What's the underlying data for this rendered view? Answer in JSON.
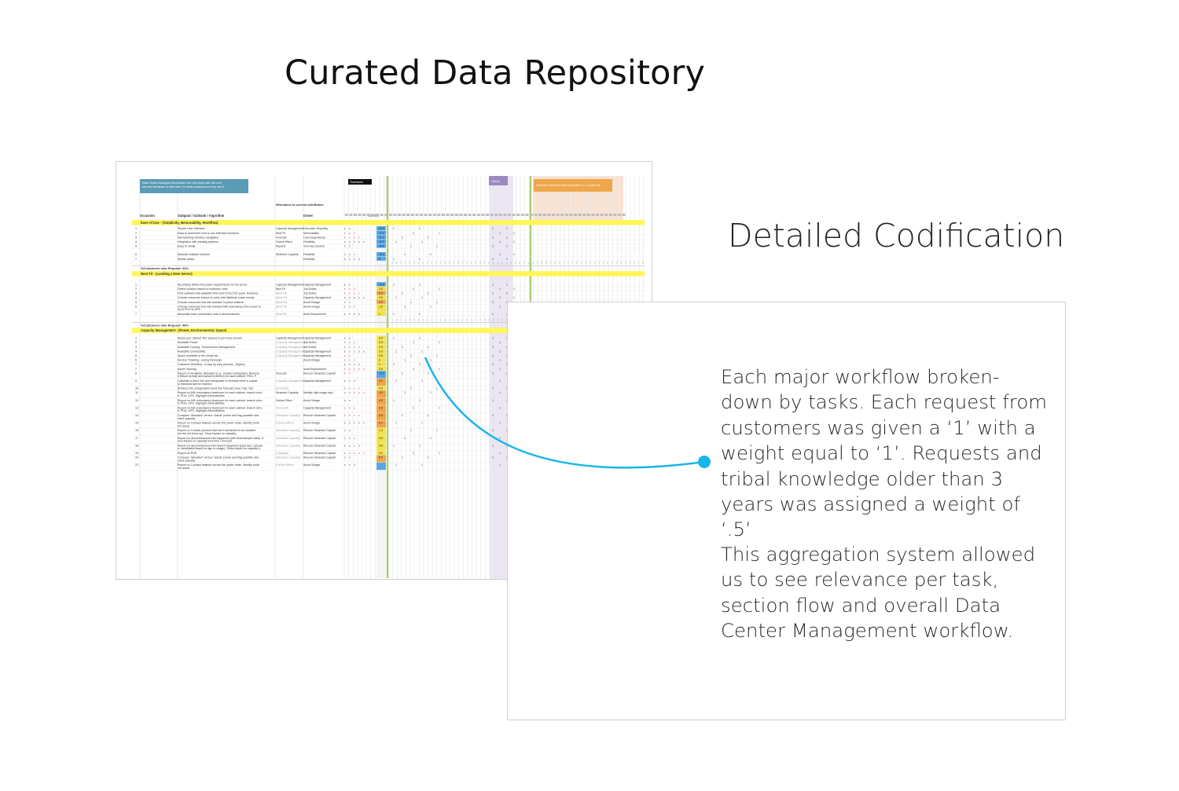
{
  "header": {
    "title": "Curated Data Repository"
  },
  "callout": {
    "title": "Detailed Codification",
    "paragraph1": "Each major workflow broken-down by tasks. Each request from customers was given a ‘1’ with a weight equal to ‘1’. Requests and tribal knowledge older than 3 years was assigned a weight of ‘.5’",
    "paragraph2": "This aggregation system allowed us to see relevance per task, section flow and overall Data Center Management workflow."
  },
  "spreadsheet": {
    "note_question": "Data Center Managers/Technicians are very busy with lots of tasks and demands on their time. On what occasions do they use DCIM?",
    "tag_timeframe": "Timeframe",
    "tag_clients": "Clients",
    "note_interviews": "Interviews that were less descriptive or > 3 years old",
    "headers": {
      "occasion": "Occasion",
      "subgoal": "Subgoal / Subtask / Algorithm",
      "relevance": "Relevance to current windframe",
      "driver": "Driver",
      "score": "SCORE"
    },
    "sections": [
      {
        "label": "Ease of Use - (Simplicity, Memorability, Workflow)"
      },
      {
        "label": "Best Fit - (Landing a New Server)"
      },
      {
        "label": "Capacity Management - (Power, Environmental, Space)"
      }
    ],
    "summary_rows": [
      "%Customers who Request: 32%",
      "%Customers who Request: 46%"
    ],
    "rows_ease": [
      {
        "num": "1",
        "task": "Simple User Interface",
        "rel": "Capacity Management",
        "driver": "Execution Simplicity",
        "score": "16.0"
      },
      {
        "num": "2",
        "task": "Easy to remember how to use interface functions",
        "rel": "Best Fit",
        "driver": "Memorability",
        "score": "11.5"
      },
      {
        "num": "3",
        "task": "Self-learning interface navigation",
        "rel": "Forecast",
        "driver": "Less Dependency",
        "score": "11.0"
      },
      {
        "num": "4",
        "task": "Integration with existing systems",
        "rel": "Failure Effect",
        "driver": "Flexibility",
        "score": "11.0"
      },
      {
        "num": "5",
        "task": "Easy to install",
        "rel": "Reports",
        "driver": "Turn-key solution",
        "score": "10.5"
      },
      {
        "num": "6",
        "task": "Modular software solution",
        "rel": "Stranded Capacity",
        "driver": "Flexibility",
        "score": "10.0"
      },
      {
        "num": "7",
        "task": "Mobile option",
        "rel": "",
        "driver": "Flexibility",
        "score": "8"
      }
    ],
    "rows_bestfit": [
      {
        "num": "1",
        "task": "Accurately define the power requirements for the server",
        "rel": "Capacity Management",
        "driver": "Capacity Management",
        "score": "10.5"
      },
      {
        "num": "2",
        "task": "Define location based on business rules",
        "rel": "Best Fit",
        "driver": "Job Duties",
        "score": "3.5"
      },
      {
        "num": "3",
        "task": "Find cabinets with available RUs and CFD (CFD parts, Reserve)",
        "rel": "(Best Fit)",
        "driver": "Job Duties",
        "score": "6.0"
      },
      {
        "num": "4",
        "task": "Choose resources based on rules that distribute loads evenly",
        "rel": "(Best Fit)",
        "driver": "Capacity Management",
        "score": "3.5"
      },
      {
        "num": "5",
        "task": "Choose resources that will maintain 3-phase balance",
        "rel": "(Best Fit)",
        "driver": "Avoid Outage",
        "score": "4.0"
      },
      {
        "num": "6",
        "task": "Choose resources that will maintain A/B redundancy from power strip to PDU to UPS",
        "rel": "(Best Fit)",
        "driver": "Avoid Outage",
        "score": "1.5"
      },
      {
        "num": "7",
        "task": "Associate each commission with a decommission",
        "rel": "(Best Fit)",
        "driver": "Audit Requirement",
        "score": "1"
      }
    ],
    "rows_capacity": [
      {
        "num": "1",
        "task": "Space (per cabinet 'RU' Space) to put more servers",
        "rel": "Capacity Management",
        "driver": "Capacity Management",
        "score": "3.0"
      },
      {
        "num": "2",
        "task": "Available Power",
        "rel": "(Capacity Management)",
        "driver": "Job Duties",
        "score": "2.5"
      },
      {
        "num": "3",
        "task": "Available Cooling - Environment Management",
        "rel": "(Capacity Management)",
        "driver": "Job Duties",
        "score": "2.0"
      },
      {
        "num": "4",
        "task": "Available Connectivity",
        "rel": "(Capacity Management)",
        "driver": "Capacity Management",
        "score": "2.0"
      },
      {
        "num": "5",
        "task": "Space available in the whole lab",
        "rel": "(Capacity Management)",
        "driver": "Capacity Management",
        "score": "3.5"
      },
      {
        "num": "6",
        "task": "Service Ticketing - (using Remedy)",
        "rel": "",
        "driver": "Avoid Outage",
        "score": "2"
      },
      {
        "num": "7",
        "task": "Customer Workflow - A step by step process - (Hydra)",
        "rel": "",
        "driver": "",
        "score": "1"
      },
      {
        "num": "7",
        "task": "Asset Tracking",
        "rel": "",
        "driver": "Audit Requirement",
        "score": "2.5"
      },
      {
        "num": "8",
        "task": "Report on Available, Allocated (e.g., booked nameplate), Reserved (future arrival) and Actual (metered) for each cabinet, PDU, PDU, UPS for the month and each previous month",
        "rel": "Forecast",
        "driver": "Recover Stranded Capacity",
        "score": "10.0"
      },
      {
        "num": "9",
        "task": "Calculate a trend line and extrapolate to forecast when a capacity threshold will be reached",
        "rel": "(Capacity Management)",
        "driver": "Capacity Management",
        "score": "6.0"
      },
      {
        "num": "10",
        "task": "Enhance the extrapolated trend line forecast (Year, Tqtr, Tyr)",
        "rel": "(Forecast)",
        "driver": "",
        "score": "3.0"
      },
      {
        "num": "11",
        "task": "Report on A/B redundancy headroom for each cabinet, branch circuit, PDU, UPS. Highlight vulnerabilities.",
        "rel": "Stranded Capacity",
        "driver": "Identify High usage equipment",
        "score": "4.5"
      },
      {
        "num": "12",
        "task": "Report on A/B redundancy headroom for each cabinet, branch circuit, PDU, UPS. Highlight vulnerabilities.",
        "rel": "Failure Effect",
        "driver": "Avoid Outage",
        "score": "4.5"
      },
      {
        "num": "13",
        "task": "Report on A/B redundancy headroom for each cabinet, branch circuit, PDU, UPS. Highlight vulnerabilities.",
        "rel": "(Forecast)",
        "driver": "Capacity Management",
        "score": "4.5"
      },
      {
        "num": "14",
        "task": "Compare \"allocated\" versus \"actual\" power and flag possible stranded capacity",
        "rel": "(Stranded Capacity)",
        "driver": "Recover Stranded Capacity",
        "score": "6.5"
      },
      {
        "num": "15",
        "task": "Report on 3-phase balance across the power chain. Identify problem areas.",
        "rel": "(Failure Effect)",
        "driver": "Avoid Outage",
        "score": "6.0"
      },
      {
        "num": "16",
        "task": "Report on in-flows (servers that were scheduled to be installed but did not show up). Show impact on capacity.",
        "rel": "(Stranded Capacity)",
        "driver": "Recover Stranded Capacity",
        "score": "1.0"
      },
      {
        "num": "17",
        "task": "Report on decommissions that happened (with timestamped data). Show impact on capacity trend line / forecast.",
        "rel": "(Stranded Capacity)",
        "driver": "Recover Stranded Capacity",
        "score": "3.0"
      },
      {
        "num": "18",
        "task": "Report on decommissions that haven't happened (past due, canceled, candidates based on age or usage). Show impact on capacity trend line / forecast.",
        "rel": "(Stranded Capacity)",
        "driver": "Recover Stranded Capacity",
        "score": "3.5"
      },
      {
        "num": "19",
        "task": "Report on PUE",
        "rel": "(Capacity)",
        "driver": "Recover Stranded Capacity",
        "score": "3.0"
      },
      {
        "num": "20",
        "task": "Compare \"allocated\" versus \"actual\" power and flag possible stranded capacity",
        "rel": "(Stranded Capacity)",
        "driver": "Recover Stranded Capacity",
        "score": "6.0"
      },
      {
        "num": "21",
        "task": "Report on 3-phase balance across the power chain. Identify problem areas.",
        "rel": "(Failure Effect)",
        "driver": "Avoid Outage",
        "score": ""
      }
    ]
  },
  "colors": {
    "accent_cyan": "#1ab5ea",
    "score_blue": "#55a7e8",
    "score_yellow": "#f2e24a",
    "score_orange": "#f0a64a",
    "section_yellow": "#fff65a",
    "note_teal": "#5a9bb5",
    "tag_purple": "#9a8ac0",
    "green_rule": "#a9cc6a",
    "peach_band": "#f9e3d3",
    "lavender_band": "#ece6f4"
  }
}
